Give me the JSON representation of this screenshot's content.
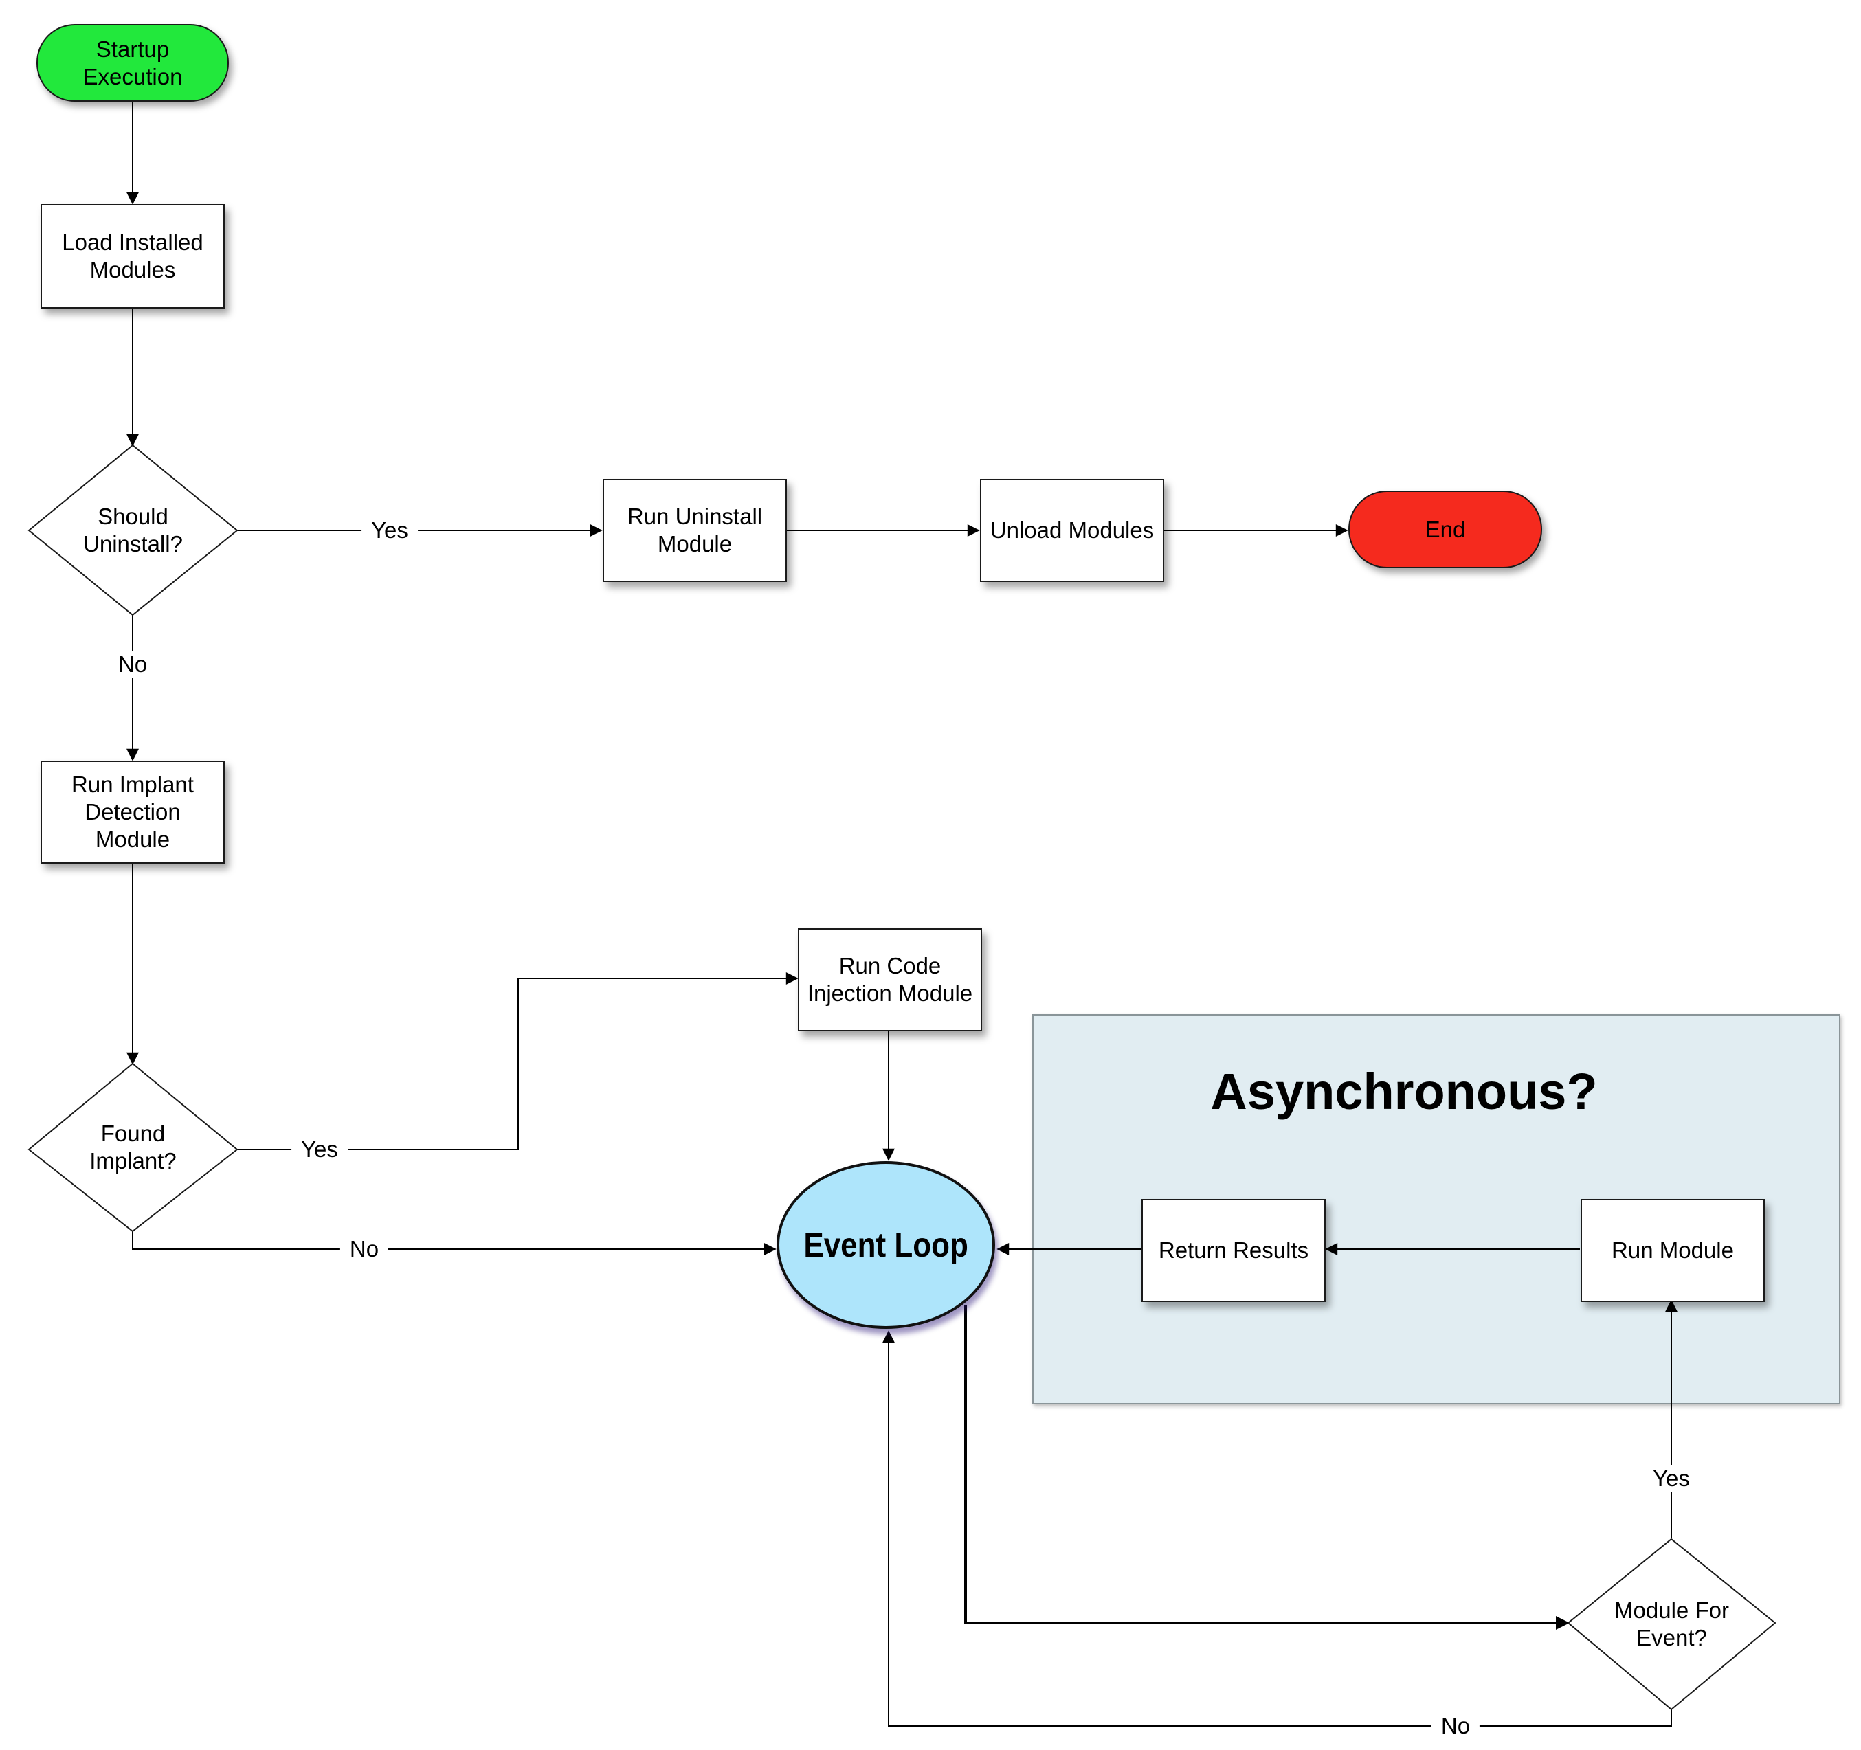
{
  "colors": {
    "start_fill": "#22e83c",
    "end_fill": "#f52a1e",
    "event_loop_fill": "#aee5fb",
    "async_panel_fill": "#e1edf2"
  },
  "nodes": {
    "startup": "Startup\nExecution",
    "load_modules": "Load Installed\nModules",
    "should_uninstall": "Should\nUninstall?",
    "run_uninstall": "Run Uninstall\nModule",
    "unload_modules": "Unload Modules",
    "end": "End",
    "run_implant_detection": "Run Implant\nDetection\nModule",
    "run_code_injection": "Run Code\nInjection Module",
    "found_implant": "Found\nImplant?",
    "event_loop": "Event Loop",
    "return_results": "Return Results",
    "run_module": "Run Module",
    "module_for_event": "Module For\nEvent?"
  },
  "async_panel": {
    "title": "Asynchronous?"
  },
  "edge_labels": {
    "uninstall_yes": "Yes",
    "uninstall_no": "No",
    "implant_yes": "Yes",
    "implant_no": "No",
    "module_yes": "Yes",
    "module_no": "No"
  }
}
